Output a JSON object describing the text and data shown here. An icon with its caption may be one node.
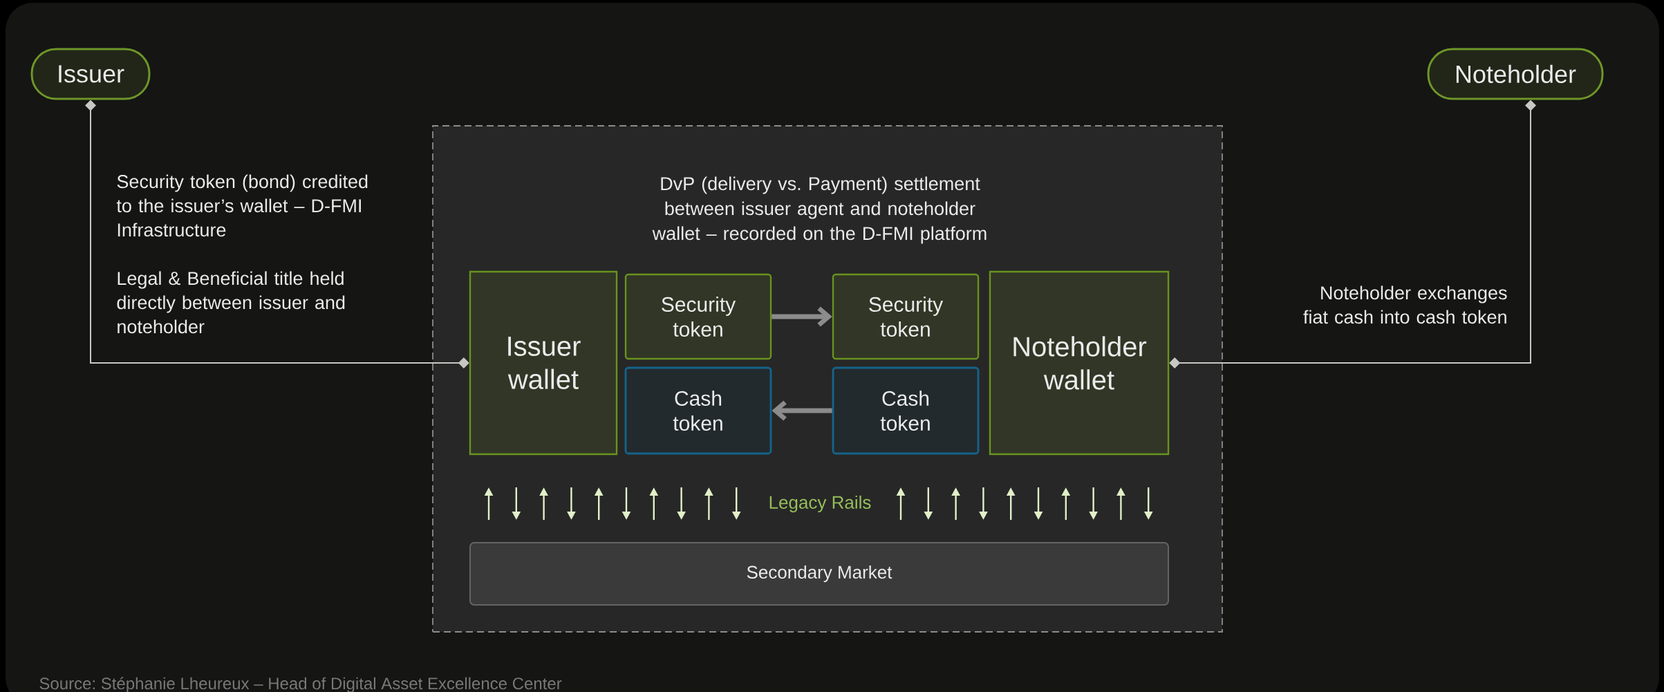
{
  "diagram": {
    "nodes": [
      {
        "text": [
          "Issuer"
        ]
      },
      {
        "text": [
          "Noteholder"
        ]
      },
      {
        "text": [
          "DvP (delivery vs. Payment) settlement between issuer agent and noteholder wallet – recorded on the D-FMI platform"
        ]
      },
      {
        "text": [
          "Issuer wallet"
        ],
        "in": 2
      },
      {
        "text": [
          "Security token"
        ],
        "in": 2
      },
      {
        "text": [
          "Security token"
        ],
        "in": 2
      },
      {
        "text": [
          "Noteholder wallet"
        ],
        "in": 2
      },
      {
        "text": [
          "Cash token"
        ],
        "in": 2
      },
      {
        "text": [
          "Cash token"
        ],
        "in": 2
      },
      {
        "text": [
          "Secondary Market"
        ],
        "in": 2
      }
    ],
    "edges": [
      {
        "from": 0,
        "to": 3,
        "arrow": "other"
      },
      {
        "from": 1,
        "to": 6,
        "arrow": "other"
      },
      {
        "from": 4,
        "to": 5,
        "arrow": "to",
        "style": "thick",
        "color": "#8c8c8c"
      },
      {
        "from": 8,
        "to": 7,
        "arrow": "to",
        "style": "thick",
        "color": "#8c8c8c"
      }
    ],
    "labels": [
      "Security token (bond) credited to the issuer’s wallet – D-FMI Infrastructure",
      "Legal & Beneficial title held directly between issuer and noteholder",
      "Noteholder exchanges fiat cash into cash token",
      "Legacy Rails",
      "Source: Stéphanie Lheureux – Head of Digital Asset Excellence Center"
    ]
  }
}
